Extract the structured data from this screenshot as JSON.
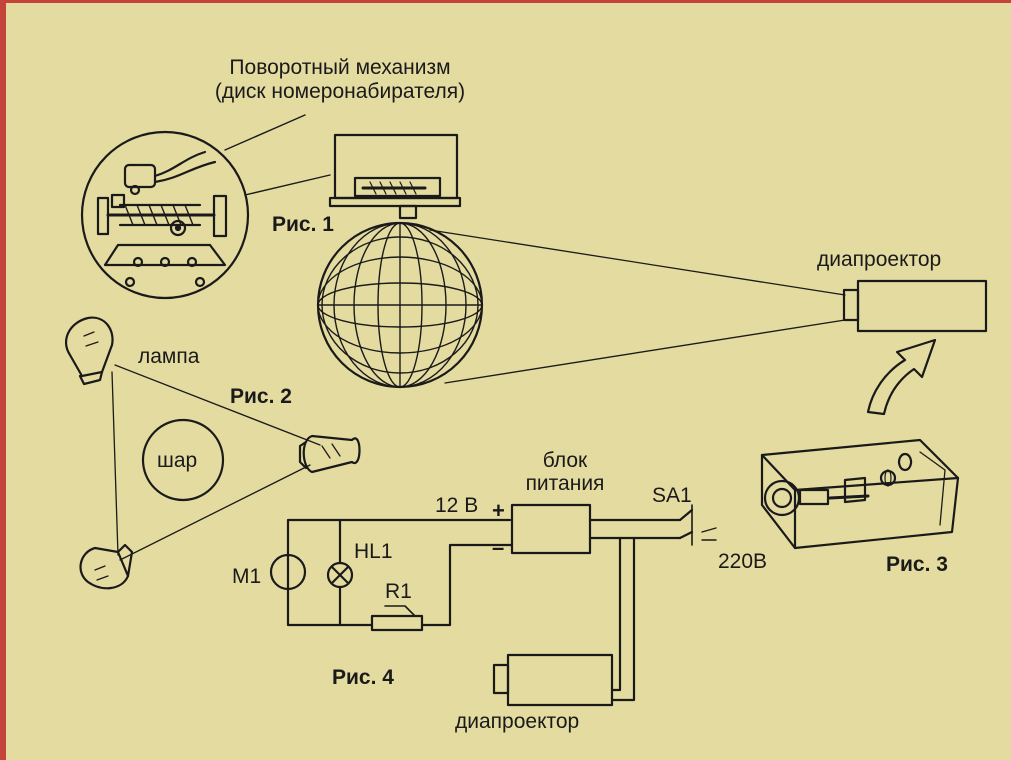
{
  "labels": {
    "mechanism_line1": "Поворотный механизм",
    "mechanism_line2": "(диск номеронабирателя)",
    "fig1": "Рис. 1",
    "fig2": "Рис. 2",
    "fig3": "Рис. 3",
    "fig4": "Рис. 4",
    "projector_top": "диапроектор",
    "projector_bottom": "диапроектор",
    "lamp": "лампа",
    "ball": "шар",
    "psu_line1": "блок",
    "psu_line2": "питания",
    "v12": "12 В",
    "plus": "+",
    "minus": "–",
    "sa1": "SA1",
    "v220": "220В",
    "m1": "М1",
    "hl1": "HL1",
    "r1": "R1"
  },
  "colors": {
    "background": "#e4dba0",
    "ink": "#1a1a1a",
    "border": "#c4433a"
  }
}
